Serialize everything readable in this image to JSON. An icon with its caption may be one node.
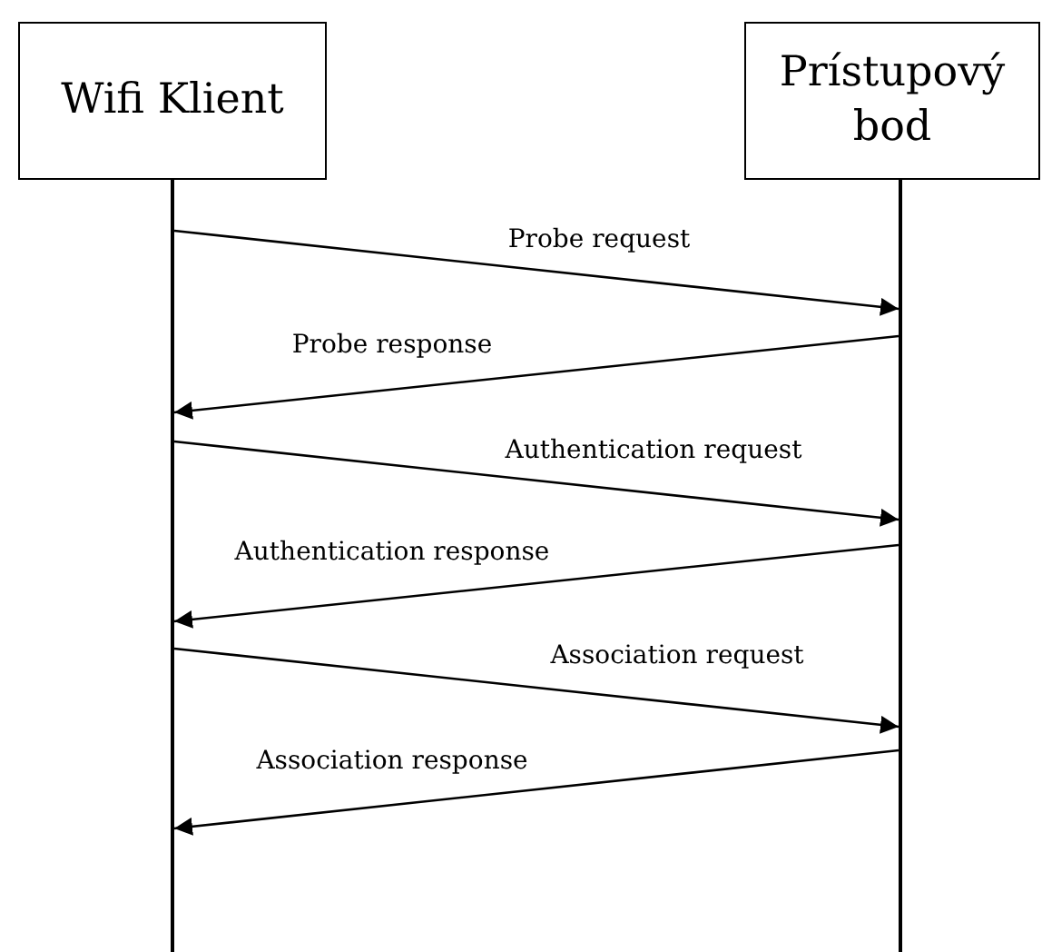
{
  "diagram": {
    "nodes": [
      {
        "text": [
          "Wifi Klient"
        ]
      },
      {
        "text": [
          "Prístupový bod"
        ]
      },
      {
        "text": [],
        "shape": "bar"
      },
      {
        "text": [],
        "shape": "bar"
      }
    ],
    "edges": [
      {
        "from": 2,
        "to": 3,
        "arrow": "to",
        "label": "Probe request"
      },
      {
        "from": 3,
        "to": 2,
        "arrow": "to",
        "label": "Probe response"
      },
      {
        "from": 2,
        "to": 3,
        "arrow": "to",
        "label": "Authentication request"
      },
      {
        "from": 3,
        "to": 2,
        "arrow": "to",
        "label": "Authentication response"
      },
      {
        "from": 2,
        "to": 3,
        "arrow": "to",
        "label": "Association request"
      },
      {
        "from": 3,
        "to": 2,
        "arrow": "to",
        "label": "Association response"
      }
    ]
  }
}
